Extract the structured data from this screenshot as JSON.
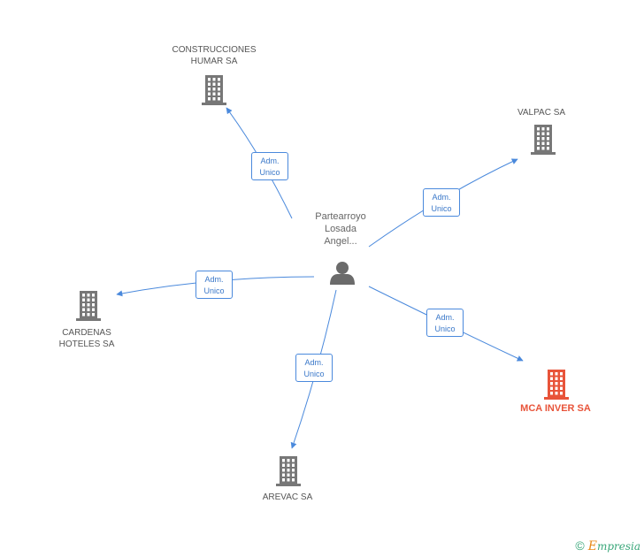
{
  "colors": {
    "edge": "#4a89dc",
    "building": "#777777",
    "building_focus": "#e8543a",
    "person": "#6b6b6b"
  },
  "person": {
    "lines": [
      "Partearroyo",
      "Losada",
      "Angel..."
    ],
    "icon": "person-icon"
  },
  "nodes": [
    {
      "id": "construcciones",
      "lines": [
        "CONSTRUCCIONES",
        "HUMAR SA"
      ],
      "icon": "building-icon",
      "focus": false
    },
    {
      "id": "valpac",
      "lines": [
        "VALPAC SA"
      ],
      "icon": "building-icon",
      "focus": false
    },
    {
      "id": "cardenas",
      "lines": [
        "CARDENAS",
        "HOTELES SA"
      ],
      "icon": "building-icon",
      "focus": false
    },
    {
      "id": "mca",
      "lines": [
        "MCA INVER SA"
      ],
      "icon": "building-icon",
      "focus": true
    },
    {
      "id": "arevac",
      "lines": [
        "AREVAC SA"
      ],
      "icon": "building-icon",
      "focus": false
    }
  ],
  "edges": [
    {
      "to": "construcciones",
      "lines": [
        "Adm.",
        "Unico"
      ]
    },
    {
      "to": "valpac",
      "lines": [
        "Adm.",
        "Unico"
      ]
    },
    {
      "to": "cardenas",
      "lines": [
        "Adm.",
        "Unico"
      ]
    },
    {
      "to": "mca",
      "lines": [
        "Adm.",
        "Unico"
      ]
    },
    {
      "to": "arevac",
      "lines": [
        "Adm.",
        "Unico"
      ]
    }
  ],
  "footer": {
    "copyright": "©",
    "brand_initial": "E",
    "brand_rest": "mpresia"
  }
}
